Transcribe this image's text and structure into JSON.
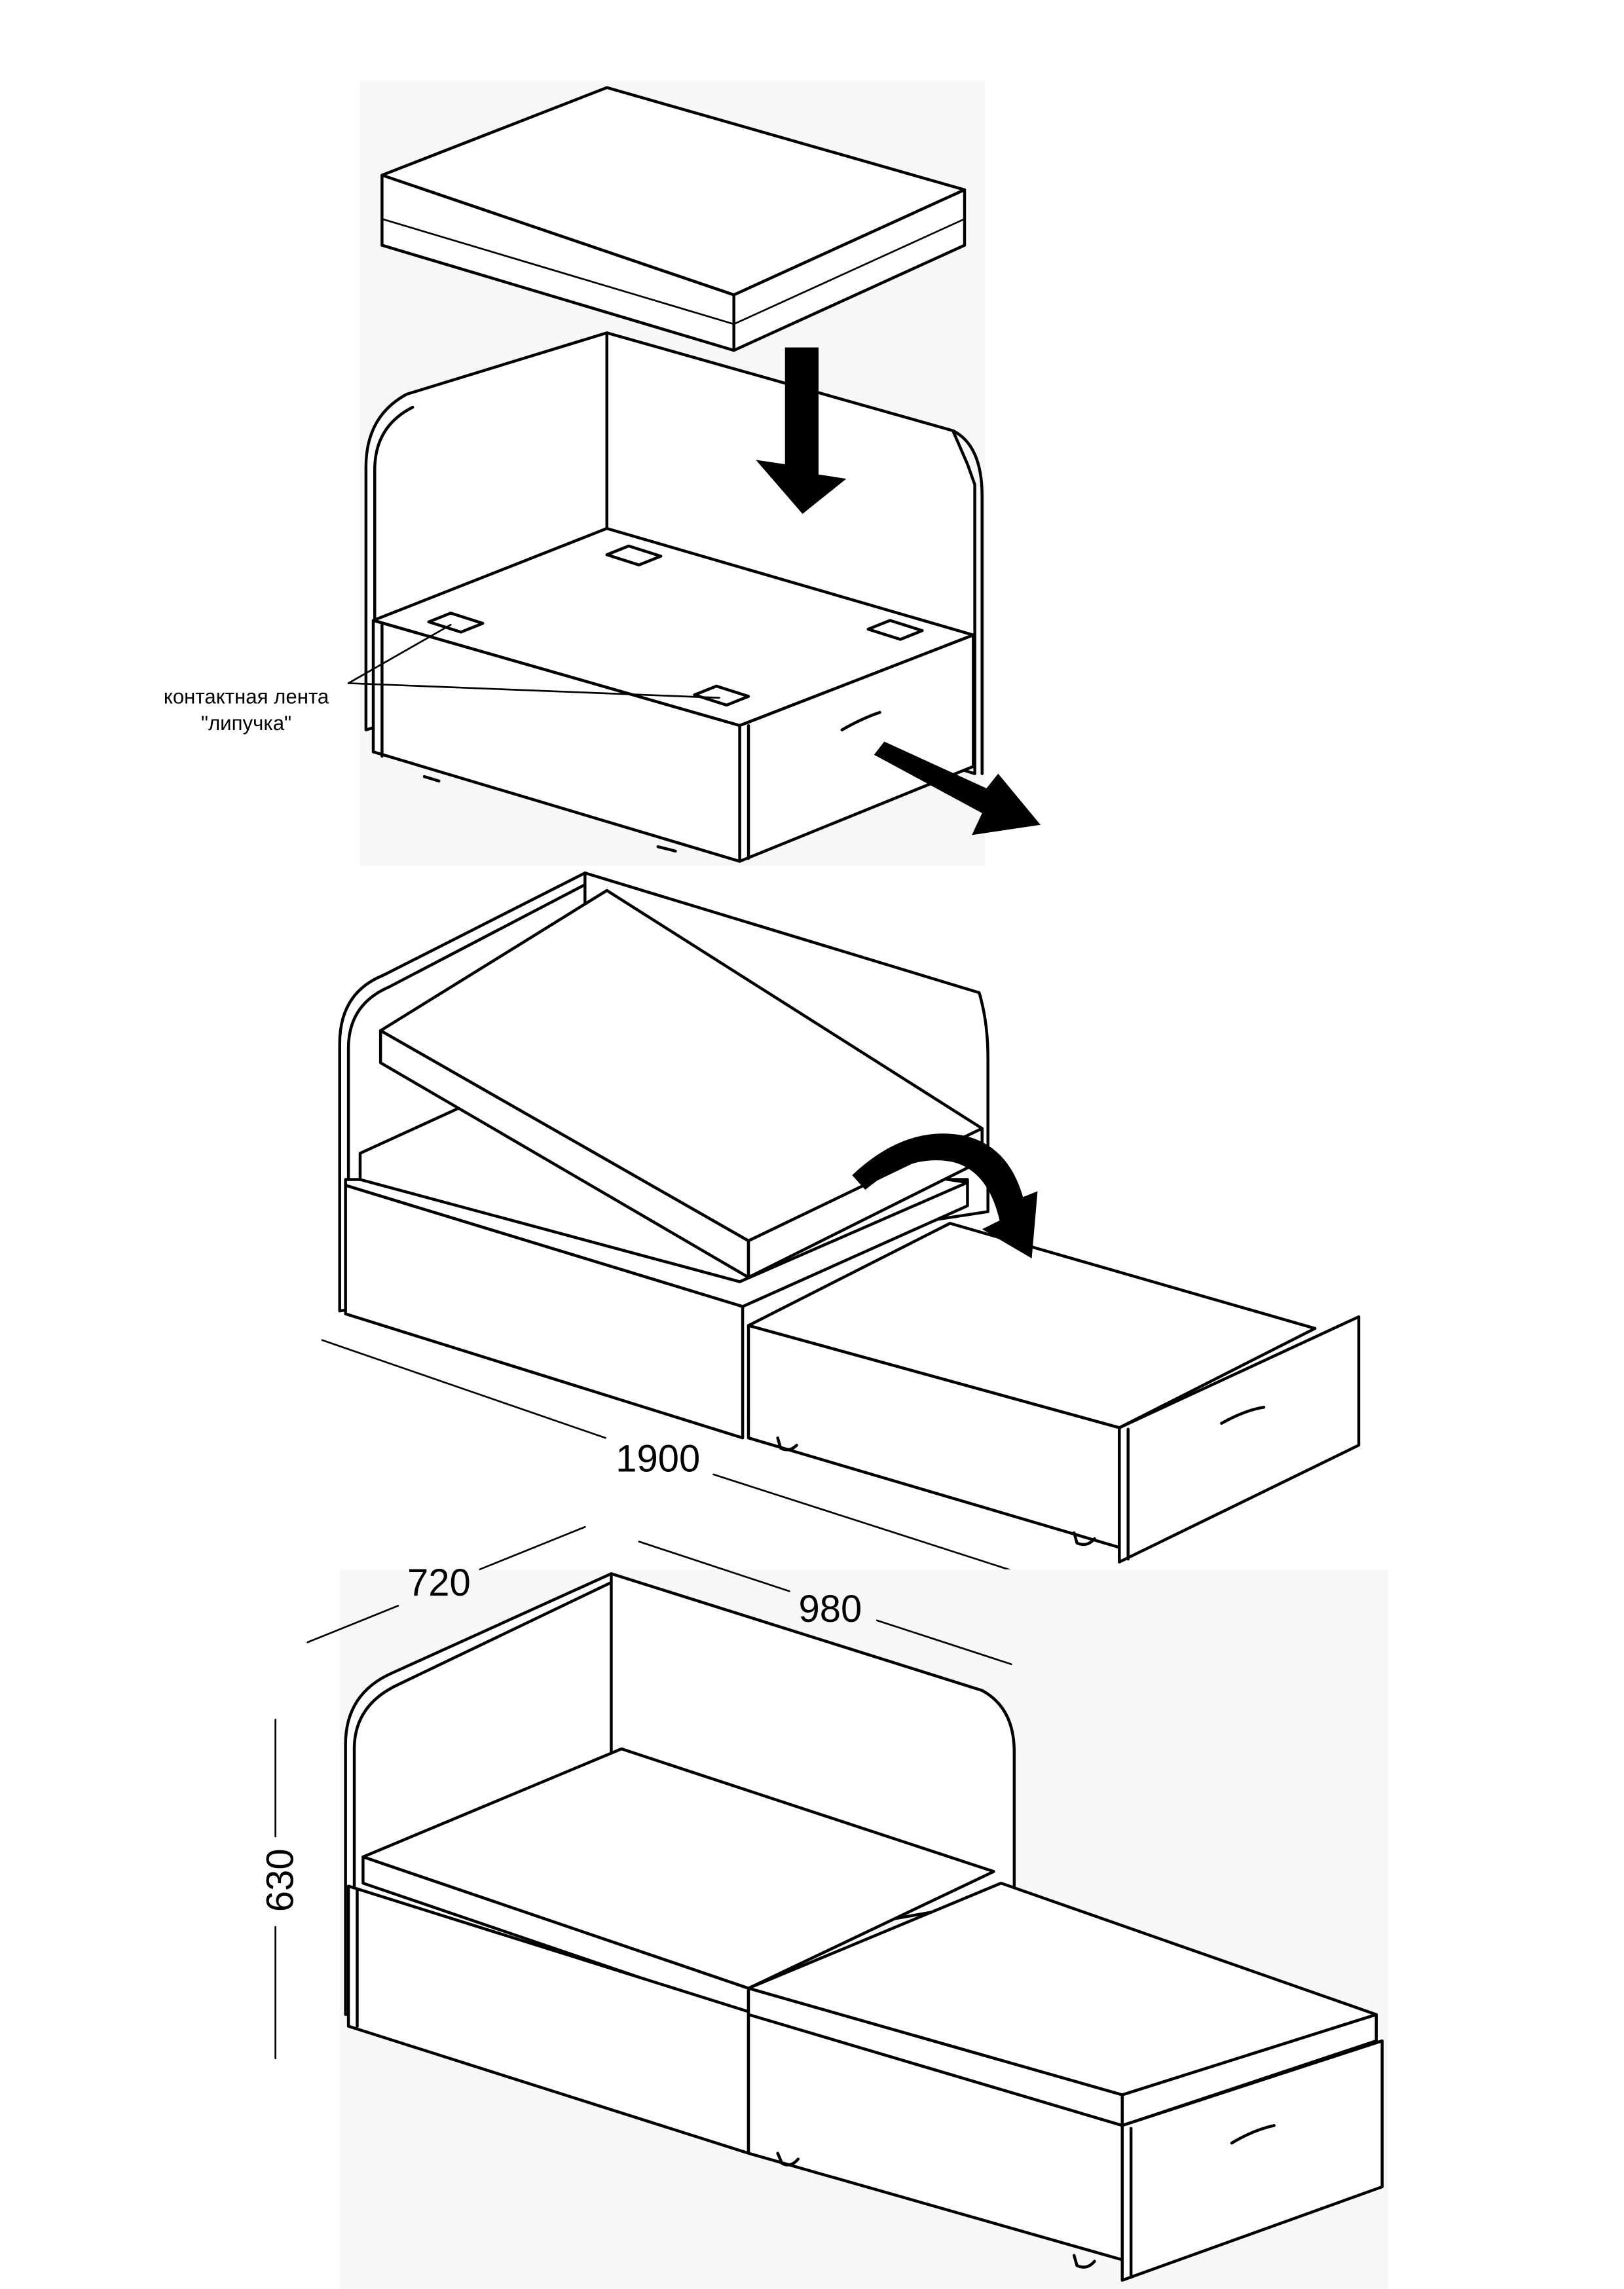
{
  "figure": {
    "callout": {
      "line1": "контактная лента",
      "line2": "\"липучка\""
    },
    "dimensions": {
      "total_length": "1900",
      "depth": "720",
      "base_length": "980",
      "height": "630"
    }
  }
}
